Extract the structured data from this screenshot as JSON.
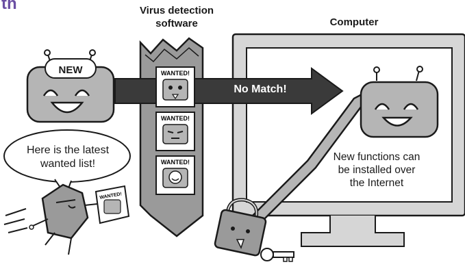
{
  "title_fragment": "th",
  "labels": {
    "virus_detection_line1": "Virus detection",
    "virus_detection_line2": "software",
    "computer": "Computer",
    "new_badge": "NEW",
    "no_match": "No Match!",
    "speech_line1": "Here is the latest",
    "speech_line2": "wanted list!",
    "functions_line1": "New functions can",
    "functions_line2": "be installed over",
    "functions_line3": "the Internet"
  },
  "wanted_posters": [
    "WANTED!",
    "WANTED!",
    "WANTED!"
  ],
  "flying_poster_label": "WANTED!",
  "colors": {
    "accent": "#6b4fa3",
    "arrow": "#3a3a3a",
    "robot": "#b5b5b5",
    "outline": "#1a1a1a",
    "panel": "#9a9a9a"
  }
}
